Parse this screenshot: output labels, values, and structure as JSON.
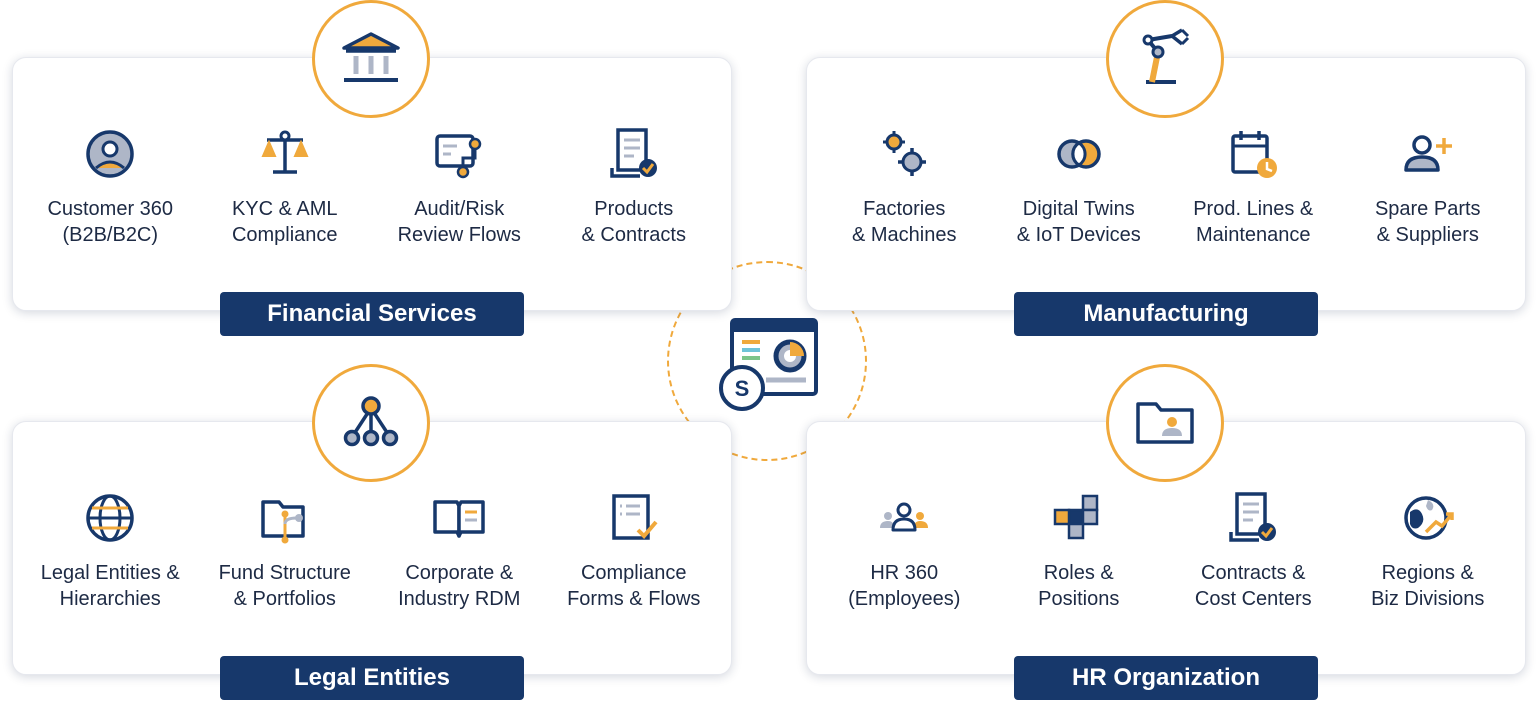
{
  "colors": {
    "navy": "#17386b",
    "ink": "#1d2a44",
    "accent": "#f0a93c",
    "muted": "#aeb6c7"
  },
  "center": {
    "badge_letter": "S",
    "icon": "dashboard-window-icon"
  },
  "sections": [
    {
      "key": "financial",
      "title": "Financial Services",
      "hub_icon": "bank-icon",
      "items": [
        {
          "icon": "person-circle-icon",
          "line1": "Customer 360",
          "line2": "(B2B/B2C)"
        },
        {
          "icon": "scales-icon",
          "line1": "KYC & AML",
          "line2": "Compliance"
        },
        {
          "icon": "review-flow-icon",
          "line1": "Audit/Risk",
          "line2": "Review Flows"
        },
        {
          "icon": "contract-check-icon",
          "line1": "Products",
          "line2": "& Contracts"
        }
      ]
    },
    {
      "key": "manufacturing",
      "title": "Manufacturing",
      "hub_icon": "robot-arm-icon",
      "items": [
        {
          "icon": "gears-icon",
          "line1": "Factories",
          "line2": "& Machines"
        },
        {
          "icon": "twin-circles-icon",
          "line1": "Digital Twins",
          "line2": "& IoT Devices"
        },
        {
          "icon": "calendar-clock-icon",
          "line1": "Prod. Lines &",
          "line2": "Maintenance"
        },
        {
          "icon": "person-add-icon",
          "line1": "Spare Parts",
          "line2": "& Suppliers"
        }
      ]
    },
    {
      "key": "legal",
      "title": "Legal Entities",
      "hub_icon": "hierarchy-icon",
      "items": [
        {
          "icon": "globe-icon",
          "line1": "Legal Entities &",
          "line2": "Hierarchies"
        },
        {
          "icon": "folder-branch-icon",
          "line1": "Fund Structure",
          "line2": "& Portfolios"
        },
        {
          "icon": "open-book-icon",
          "line1": "Corporate &",
          "line2": "Industry RDM"
        },
        {
          "icon": "form-check-icon",
          "line1": "Compliance",
          "line2": "Forms & Flows"
        }
      ]
    },
    {
      "key": "hr",
      "title": "HR Organization",
      "hub_icon": "folder-person-icon",
      "items": [
        {
          "icon": "people-group-icon",
          "line1": "HR 360",
          "line2": "(Employees)"
        },
        {
          "icon": "blocks-icon",
          "line1": "Roles &",
          "line2": "Positions"
        },
        {
          "icon": "contract-check-icon",
          "line1": "Contracts &",
          "line2": "Cost Centers"
        },
        {
          "icon": "globe-trend-icon",
          "line1": "Regions &",
          "line2": "Biz Divisions"
        }
      ]
    }
  ]
}
